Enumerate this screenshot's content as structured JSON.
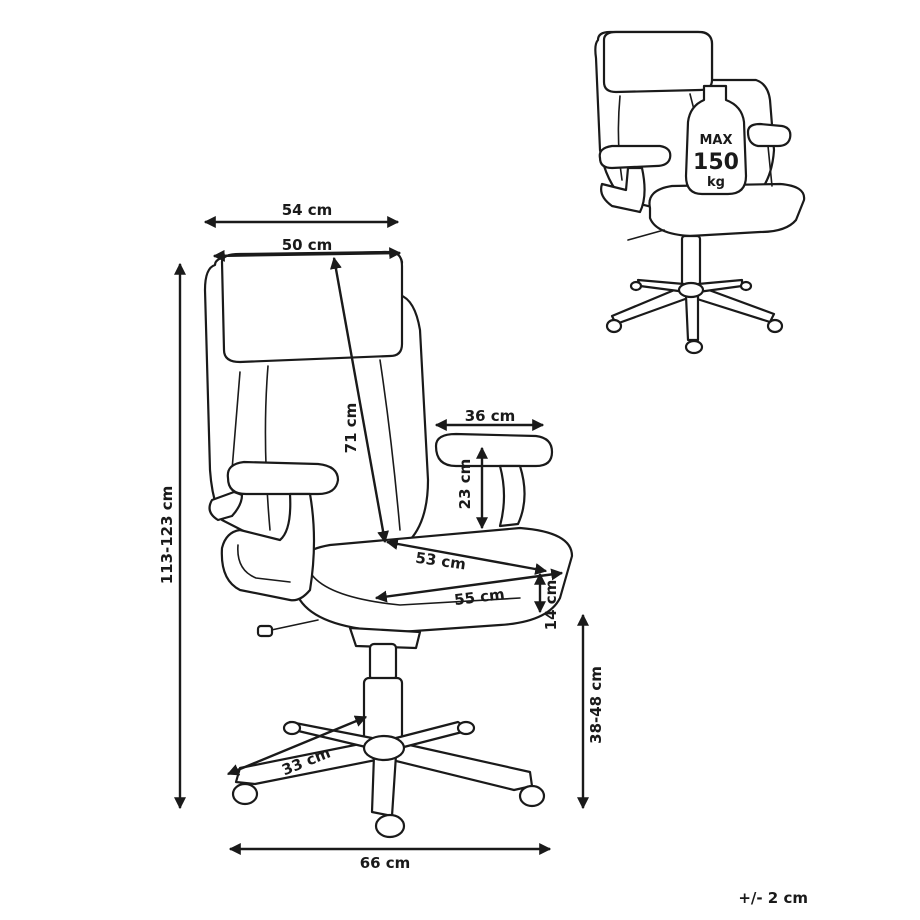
{
  "dimensions": {
    "overall_width": "54 cm",
    "backrest_width": "50 cm",
    "backrest_height": "71 cm",
    "armrest_length": "36 cm",
    "armrest_height": "23 cm",
    "seat_depth": "53 cm",
    "seat_width": "55 cm",
    "seat_thickness": "14 cm",
    "seat_height": "38-48 cm",
    "total_height": "113-123 cm",
    "base_radius": "33 cm",
    "base_width": "66 cm"
  },
  "tolerance": "+/- 2 cm",
  "max_load": {
    "line1": "MAX",
    "line2": "150",
    "line3": "kg"
  }
}
